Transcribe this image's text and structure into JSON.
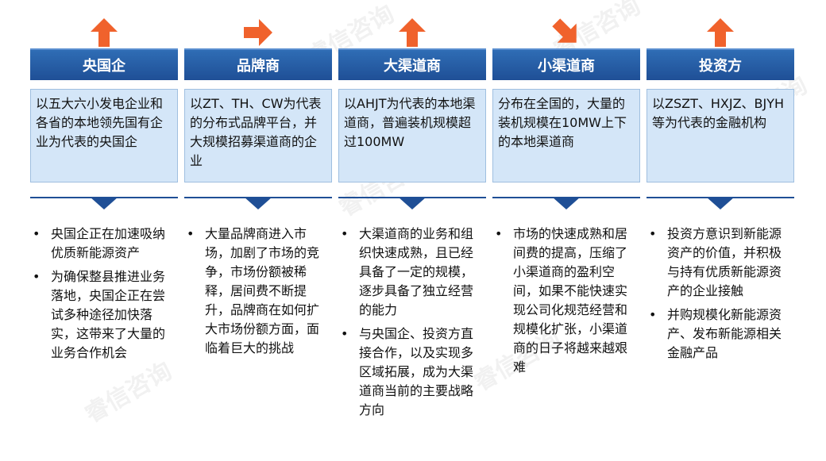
{
  "watermark": "睿信咨询",
  "colors": {
    "header_bg": "#1f4f96",
    "desc_bg": "#d4e6f8",
    "arrow": "#f0622c",
    "divider": "#1f4f96"
  },
  "columns": [
    {
      "trend": "up",
      "title": "央国企",
      "description": "以五大六小发电企业和各省的本地领先国有企业为代表的央国企",
      "bullets": [
        "央国企正在加速吸纳优质新能源资产",
        "为确保整县推进业务落地，央国企正在尝试多种途径加快落实，这带来了大量的业务合作机会"
      ]
    },
    {
      "trend": "right",
      "title": "品牌商",
      "description": "以ZT、TH、CW为代表的分布式品牌平台，并大规模招募渠道商的企业",
      "bullets": [
        "大量品牌商进入市场，加剧了市场的竞争，市场份额被稀释，居间费不断提升，品牌商在如何扩大市场份额方面，面临着巨大的挑战"
      ]
    },
    {
      "trend": "up",
      "title": "大渠道商",
      "description": "以AHJT为代表的本地渠道商，普遍装机规模超过100MW",
      "bullets": [
        "大渠道商的业务和组织快速成熟，且已经具备了一定的规模，逐步具备了独立经营的能力",
        "与央国企、投资方直接合作，以及实现多区域拓展，成为大渠道商当前的主要战略方向"
      ]
    },
    {
      "trend": "down-right",
      "title": "小渠道商",
      "description": "分布在全国的，大量的装机规模在10MW上下的本地渠道商",
      "bullets": [
        "市场的快速成熟和居间费的提高，压缩了小渠道商的盈利空间，如果不能快速实现公司化规范经营和规模化扩张，小渠道商的日子将越来越艰难"
      ]
    },
    {
      "trend": "up",
      "title": "投资方",
      "description": "以ZSZT、HXJZ、BJYH等为代表的金融机构",
      "bullets": [
        "投资方意识到新能源资产的价值，并积极与持有优质新能源资产的企业接触",
        "并购规模化新能源资产、发布新能源相关金融产品"
      ]
    }
  ]
}
